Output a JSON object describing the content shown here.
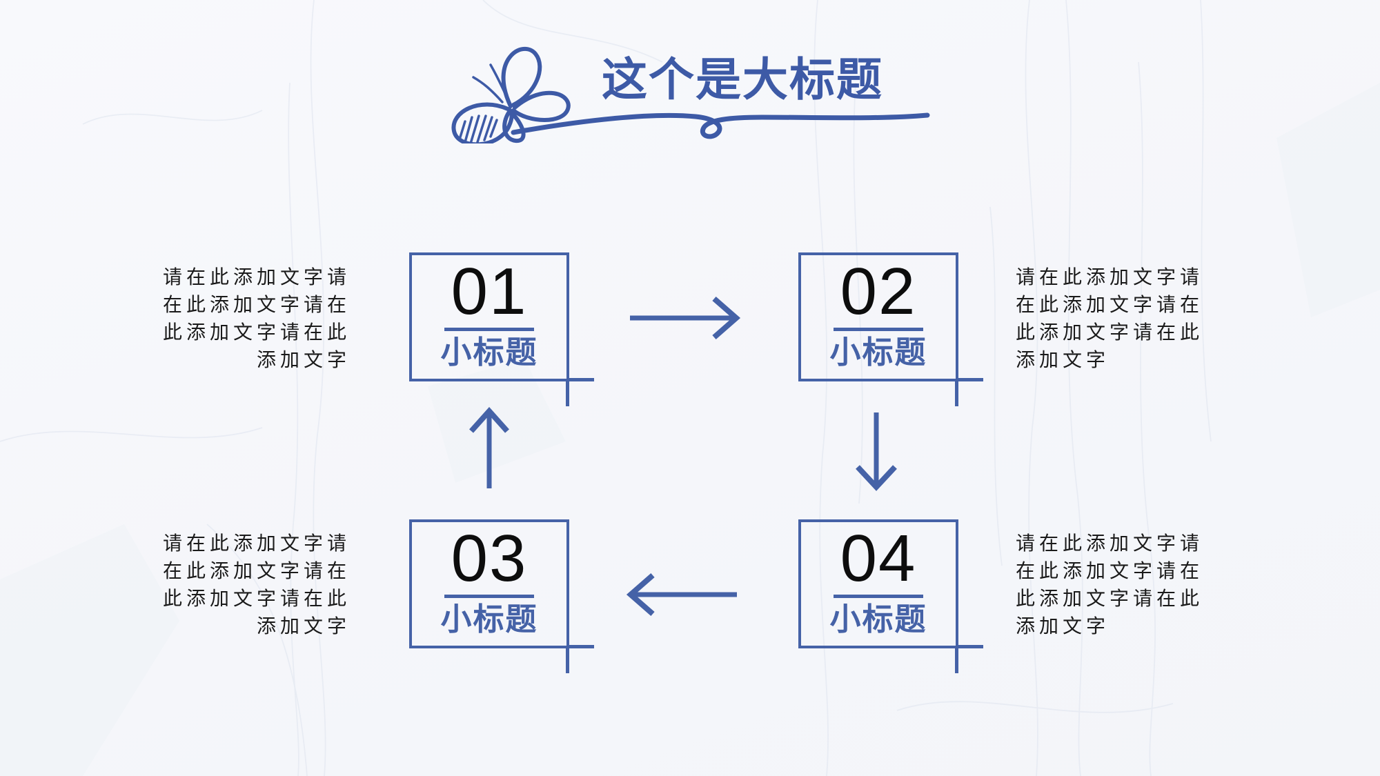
{
  "slide": {
    "title": "这个是大标题",
    "colors": {
      "accent_blue": "#4562a7",
      "title_blue": "#3d5aa6",
      "number_black": "#0d0d0d",
      "body_text": "#1a1a1a",
      "background": "#f7f8fb"
    },
    "decorations": {
      "butterfly_icon": "butterfly-doodle",
      "title_underline": "hand-drawn-swash-underline",
      "background_style": "crumpled-paper-texture"
    }
  },
  "steps": [
    {
      "number": "01",
      "subtitle": "小标题",
      "description": "请在此添加文字请在此添加文字请在此添加文字请在此添加文字"
    },
    {
      "number": "02",
      "subtitle": "小标题",
      "description": "请在此添加文字请在此添加文字请在此添加文字请在此添加文字"
    },
    {
      "number": "03",
      "subtitle": "小标题",
      "description": "请在此添加文字请在此添加文字请在此添加文字请在此添加文字"
    },
    {
      "number": "04",
      "subtitle": "小标题",
      "description": "请在此添加文字请在此添加文字请在此添加文字请在此添加文字"
    }
  ],
  "arrows": [
    {
      "from": "01",
      "to": "02",
      "direction": "right"
    },
    {
      "from": "02",
      "to": "04",
      "direction": "down"
    },
    {
      "from": "04",
      "to": "03",
      "direction": "left"
    },
    {
      "from": "03",
      "to": "01",
      "direction": "up"
    }
  ]
}
